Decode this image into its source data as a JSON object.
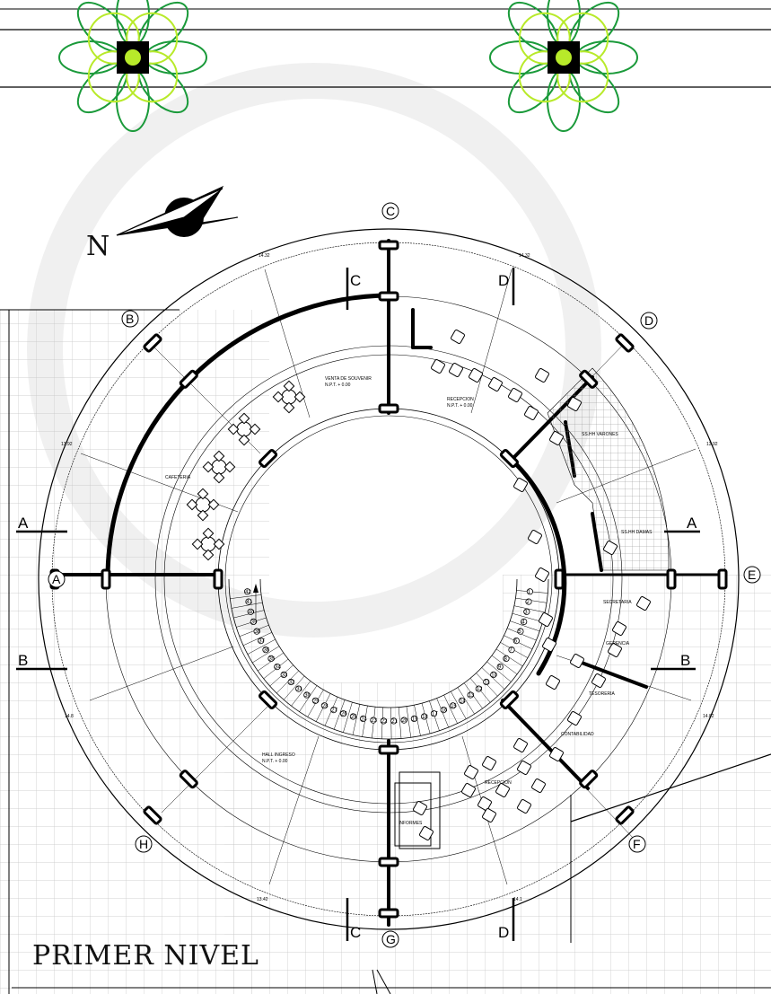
{
  "title": "PRIMER NIVEL",
  "north_label": "N",
  "axes": [
    "A",
    "B",
    "C",
    "D",
    "E",
    "F",
    "G",
    "H"
  ],
  "sections": [
    {
      "letter": "A"
    },
    {
      "letter": "A"
    },
    {
      "letter": "B"
    },
    {
      "letter": "B"
    },
    {
      "letter": "C"
    },
    {
      "letter": "C"
    },
    {
      "letter": "D"
    },
    {
      "letter": "D"
    }
  ],
  "rooms": [
    "VENTA DE SOUVENIR",
    "RECEPCION",
    "SS.HH VARONES",
    "SS.HH DAMAS",
    "CAFETERIA",
    "SECRETARIA",
    "GERENCIA",
    "TESORERIA",
    "CONTABILIDAD",
    "RECEPCION",
    "HALL INGRESO",
    "INFORMES"
  ],
  "level_tag": "N.P.T. + 0.00",
  "dimensions": [
    "14.32",
    "14.32",
    "13.92",
    "13.92",
    "14.8",
    "14.82",
    "13.42",
    "14.1"
  ],
  "stair_numbers": [
    "1",
    "2",
    "3",
    "4",
    "5",
    "6",
    "7",
    "8",
    "9",
    "10",
    "11",
    "12",
    "13",
    "14",
    "15",
    "16",
    "17",
    "18",
    "19",
    "20",
    "21",
    "22",
    "23",
    "24",
    "25",
    "26",
    "27",
    "28",
    "29",
    "30",
    "31",
    "32",
    "33",
    "34",
    "35",
    "36",
    "37",
    "38",
    "39",
    "40",
    "41",
    "42"
  ],
  "colors": {
    "tree_dark": "#1a9a3a",
    "tree_light": "#b8ea2a",
    "grid": "#bbbbbb",
    "walls": "#000000"
  }
}
